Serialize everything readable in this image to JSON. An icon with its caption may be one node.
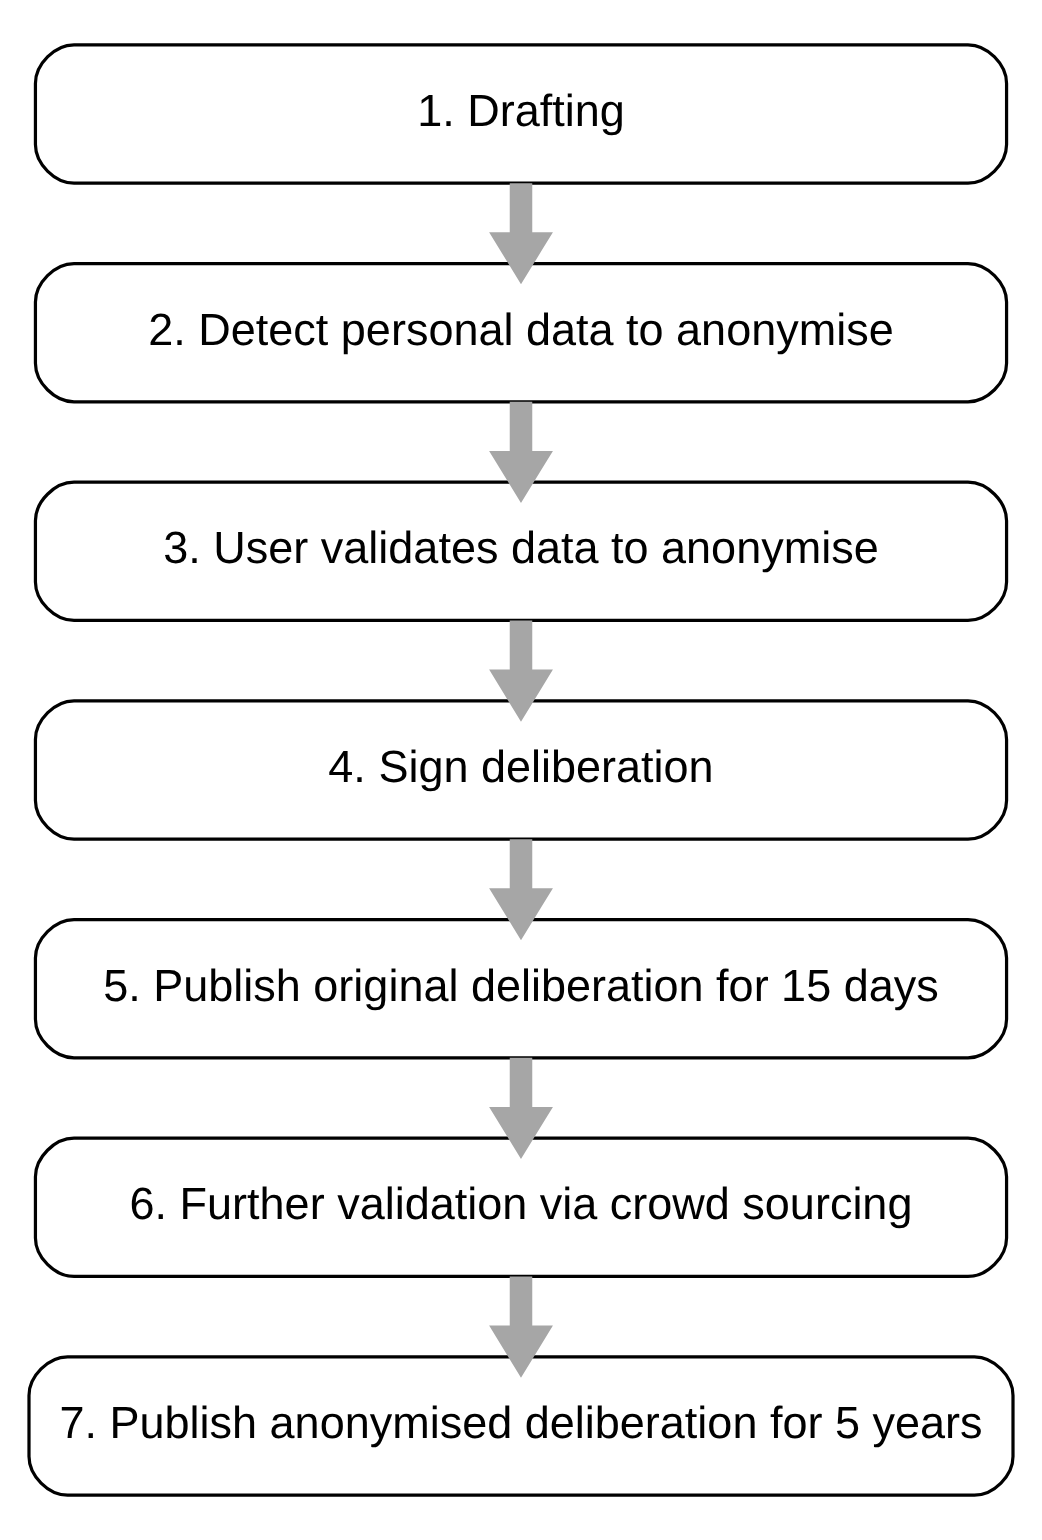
{
  "diagram": {
    "nodes": [
      {
        "text": [
          "1. Drafting"
        ]
      },
      {
        "text": [
          "2. Detect personal data to anonymise"
        ]
      },
      {
        "text": [
          "3. User validates data to anonymise"
        ]
      },
      {
        "text": [
          "4. Sign deliberation"
        ]
      },
      {
        "text": [
          "5. Publish original deliberation for 15 days"
        ]
      },
      {
        "text": [
          "6. Further validation via crowd sourcing"
        ]
      },
      {
        "text": [
          "7. Publish anonymised deliberation for 5 years"
        ]
      }
    ],
    "edges": [
      {
        "from": 0,
        "to": 1,
        "arrow": "to"
      },
      {
        "from": 1,
        "to": 2,
        "arrow": "to"
      },
      {
        "from": 2,
        "to": 3,
        "arrow": "to"
      },
      {
        "from": 3,
        "to": 4,
        "arrow": "to"
      },
      {
        "from": 4,
        "to": 5,
        "arrow": "to"
      },
      {
        "from": 5,
        "to": 6,
        "arrow": "to"
      }
    ]
  }
}
